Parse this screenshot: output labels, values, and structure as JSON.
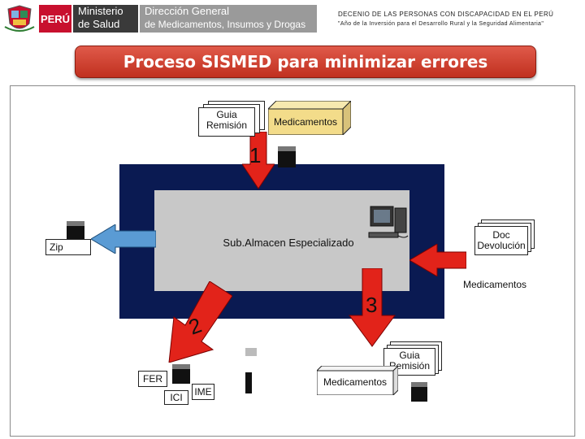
{
  "header": {
    "flag_text": "PERÚ",
    "ministry_line1": "Ministerio",
    "ministry_line2": "de Salud",
    "directorate_line1": "Dirección General",
    "directorate_line2": "de Medicamentos, Insumos y Drogas",
    "decenio_line1": "DECENIO DE LAS PERSONAS CON DISCAPACIDAD EN EL PERÚ",
    "decenio_line2": "\"Año de la Inversión para el Desarrollo Rural y la Seguridad Alimentaria\""
  },
  "title": "Proceso SISMED para minimizar errores",
  "diagram": {
    "guia_remision_top": [
      "Guia",
      "Remisión"
    ],
    "medicamentos_top": "Medicamentos",
    "step1": "1",
    "step2": "2",
    "step3": "3",
    "center": "Sub.Almacen Especializado",
    "zip": "Zip",
    "doc_devolucion": [
      "Doc",
      "Devolución"
    ],
    "medicamentos_right": "Medicamentos",
    "guia_remision_bottom": [
      "Guia",
      "Remisión"
    ],
    "medicamentos_bottom": "Medicamentos",
    "fer": "FER",
    "ici": "ICI",
    "ime": "IME"
  },
  "colors": {
    "arrow_red": "#e2231a",
    "ring_navy": "#0a1a52",
    "center_gray": "#c8c8c8",
    "medicamentos_yellow": "#f3dc8a",
    "title_red": "#c0301f"
  }
}
